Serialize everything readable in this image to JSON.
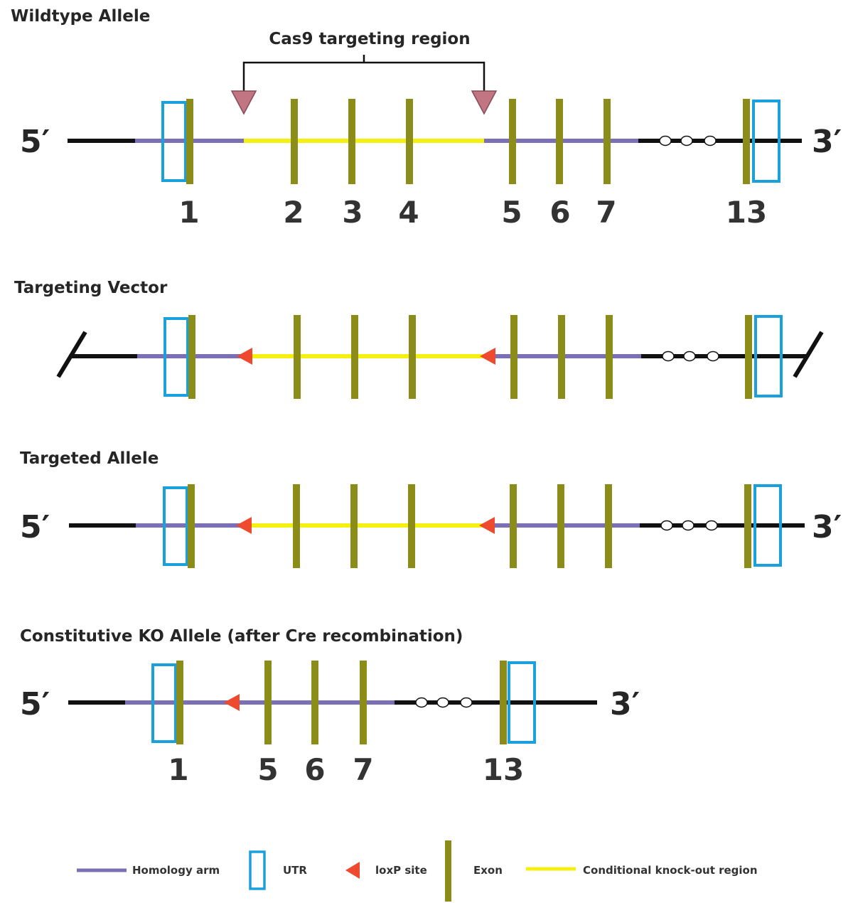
{
  "colors": {
    "backbone": "#111111",
    "homology_arm": "#7b6fb5",
    "utr": "#1ba0de",
    "loxp": "#ee4a2f",
    "exon": "#8c8c18",
    "cko_region": "#f4f014",
    "cas9_triangle": "#c27683",
    "text": "#262626"
  },
  "cas9": {
    "label": "Cas9 targeting region"
  },
  "sections": [
    {
      "title": "Wildtype Allele",
      "left_label": "5′",
      "right_label": "3′",
      "left_end": "label",
      "right_end": "label",
      "exon_labels": [
        "1",
        "2",
        "3",
        "4",
        "5",
        "6",
        "7",
        "13"
      ]
    },
    {
      "title": "Targeting Vector",
      "left_end": "cut",
      "right_end": "cut",
      "exon_labels": []
    },
    {
      "title": "Targeted Allele",
      "left_label": "5′",
      "right_label": "3′",
      "left_end": "label",
      "right_end": "label",
      "exon_labels": []
    },
    {
      "title": "Constitutive KO Allele (after Cre recombination)",
      "left_label": "5′",
      "right_label": "3′",
      "left_end": "label",
      "right_end": "label",
      "exon_labels": [
        "1",
        "5",
        "6",
        "7",
        "13"
      ]
    }
  ],
  "legend": [
    {
      "key": "homology_arm",
      "label": "Homology arm",
      "icon": "homology-arm-line"
    },
    {
      "key": "utr",
      "label": "UTR",
      "icon": "utr-box-icon"
    },
    {
      "key": "loxp",
      "label": "loxP site",
      "icon": "loxp-triangle-icon"
    },
    {
      "key": "exon",
      "label": "Exon",
      "icon": "exon-bar-icon"
    },
    {
      "key": "cko_region",
      "label": "Conditional knock-out region",
      "icon": "cko-region-line"
    }
  ]
}
